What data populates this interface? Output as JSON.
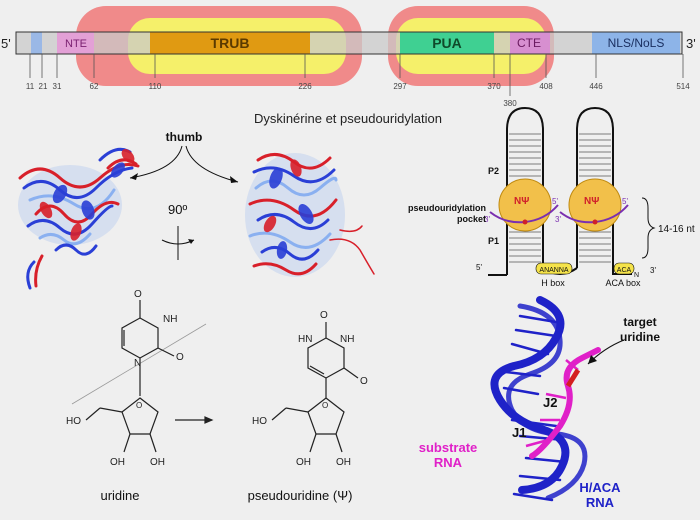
{
  "title": "Dyskinérine et pseudouridylation",
  "domain_map": {
    "five_prime": "5'",
    "three_prime": "3'",
    "domains": [
      {
        "label": "NTE",
        "color": "#e3a0d6"
      },
      {
        "label": "TRUB",
        "color": "#e09a12"
      },
      {
        "label": "PUA",
        "color": "#3fd092"
      },
      {
        "label": "CTE",
        "color": "#d78fd0"
      },
      {
        "label": "NLS/NoLS",
        "color": "#8db4e8"
      }
    ],
    "positions": [
      "11",
      "21",
      "31",
      "62",
      "110",
      "226",
      "297",
      "370",
      "380",
      "408",
      "446",
      "514"
    ],
    "highlight_colors": {
      "outer": "#f07878",
      "inner": "#f5f06a",
      "bar": "#c8c8c8",
      "segment_blue": "#9ab8e6"
    }
  },
  "structure": {
    "thumb_label": "thumb",
    "rotation_label": "90º",
    "colors": {
      "red": "#d8202a",
      "blue": "#2a3fd6",
      "light_blue": "#8ab0f0"
    }
  },
  "hairpin": {
    "p2": "P2",
    "p1": "P1",
    "pocket_line1": "pseudouridylation",
    "pocket_line2": "pocket",
    "n_psi": "NΨ",
    "three_prime": "3'",
    "five_prime": "5'",
    "size_label": "14-16 nt",
    "h_box_seq": "ANANNA",
    "h_box_label": "H box",
    "aca_seq": "ACA",
    "aca_box_label": "ACA box",
    "tail": "N"
  },
  "chemistry": {
    "uridine_label": "uridine",
    "pseudouridine_label": "pseudouridine (Ψ)",
    "ho": "HO",
    "oh": "OH",
    "nh": "NH",
    "hn": "HN",
    "n": "N",
    "o": "O",
    "arrow": "→"
  },
  "rna_model": {
    "target_line1": "target",
    "target_line2": "uridine",
    "j2": "J2",
    "j1": "J1",
    "substrate_line1": "substrate",
    "substrate_line2": "RNA",
    "haca_line1": "H/ACA",
    "haca_line2": "RNA",
    "colors": {
      "haca": "#1f22c8",
      "substrate": "#e020c8",
      "target": "#d41f1f"
    }
  }
}
